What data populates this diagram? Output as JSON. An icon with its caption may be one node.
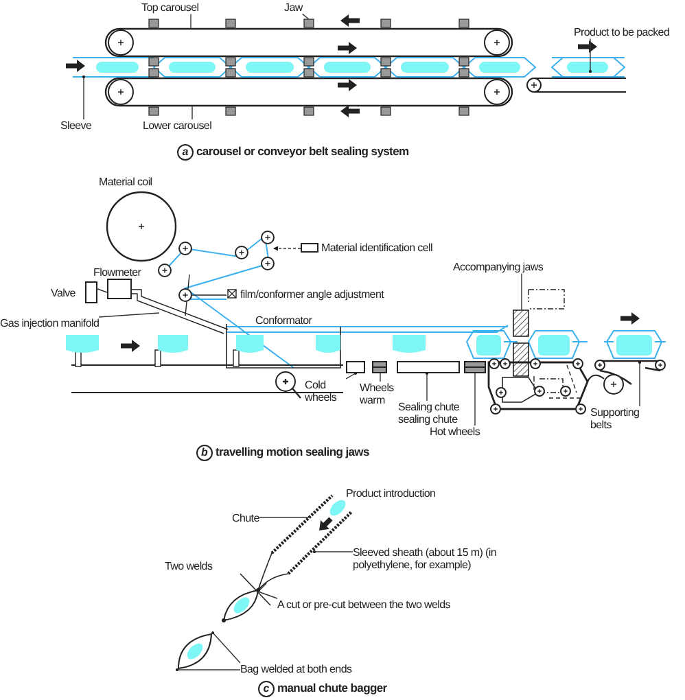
{
  "diagram": {
    "nodes": [
      {
        "text": [
          "Top carousel"
        ]
      },
      {
        "text": [
          "Jaw"
        ]
      },
      {
        "text": [
          "Product to be packed"
        ]
      },
      {
        "text": [
          "Sleeve"
        ]
      },
      {
        "text": [
          "Lower carousel"
        ]
      },
      {
        "text": [],
        "shape": "box",
        "beside": [
          "Material identification cell"
        ]
      },
      {
        "text": [],
        "shape": "box",
        "beside": [
          "Valve"
        ]
      },
      {
        "text": [],
        "shape": "box",
        "beside": [
          "Flowmeter"
        ]
      },
      {
        "text": [
          "Gas injection manifold"
        ]
      },
      {
        "text": [
          "Cold wheels"
        ]
      },
      {
        "text": [
          "Wheels warm"
        ]
      },
      {
        "text": [
          "Sealing chute sealing chute"
        ]
      },
      {
        "text": [
          "Hot wheels"
        ]
      },
      {
        "text": [
          "Accompanying jaws"
        ]
      },
      {
        "text": [
          "Supporting belts"
        ]
      },
      {
        "text": [
          "Chute"
        ]
      },
      {
        "text": [
          "Sleeved sheath (about 15 m) (in polyethylene, for example)"
        ]
      },
      {
        "text": [
          "A cut or pre-cut between the two welds"
        ]
      },
      {
        "text": [
          "Bag welded at both ends"
        ]
      },
      {
        "text": [],
        "shape": "box"
      },
      {
        "text": [],
        "shape": "box"
      },
      {
        "text": [],
        "shape": "box"
      },
      {
        "text": [],
        "shape": "box"
      },
      {
        "text": [],
        "shape": "bag"
      }
    ],
    "edges": [
      {
        "from": 0,
        "to": null,
        "arrow": "none"
      },
      {
        "from": 1,
        "to": null,
        "arrow": "none"
      },
      {
        "from": 2,
        "to": null,
        "arrow": "other"
      },
      {
        "from": 3,
        "to": null,
        "arrow": "other"
      },
      {
        "from": 4,
        "to": null,
        "arrow": "none"
      },
      {
        "from": 5,
        "to": null,
        "arrow": "to",
        "style": "dashed"
      },
      {
        "from": 6,
        "to": 7,
        "arrow": "none"
      },
      {
        "from": 8,
        "to": null,
        "arrow": "none"
      },
      {
        "from": 9,
        "to": 19,
        "arrow": "other"
      },
      {
        "from": 10,
        "to": 20,
        "arrow": "none"
      },
      {
        "from": 11,
        "to": 21,
        "arrow": "other"
      },
      {
        "from": 12,
        "to": 22,
        "arrow": "none"
      },
      {
        "from": 13,
        "to": null,
        "arrow": "none"
      },
      {
        "from": 14,
        "to": null,
        "arrow": "other"
      },
      {
        "from": 15,
        "to": null,
        "arrow": "none"
      },
      {
        "from": 16,
        "to": null,
        "arrow": "other"
      },
      {
        "from": 17,
        "to": null,
        "arrow": "none"
      },
      {
        "from": 18,
        "to": 23,
        "arrow": "other"
      },
      {
        "from": 18,
        "to": 23,
        "arrow": "other"
      }
    ],
    "labels": [
      "a",
      "carousel or conveyor belt sealing system",
      "Material coil",
      "film/conformer angle adjustment",
      "Conformator",
      "b",
      "travelling motion sealing jaws",
      "Product introduction",
      "Two welds",
      "c",
      "manual chute bagger"
    ]
  }
}
